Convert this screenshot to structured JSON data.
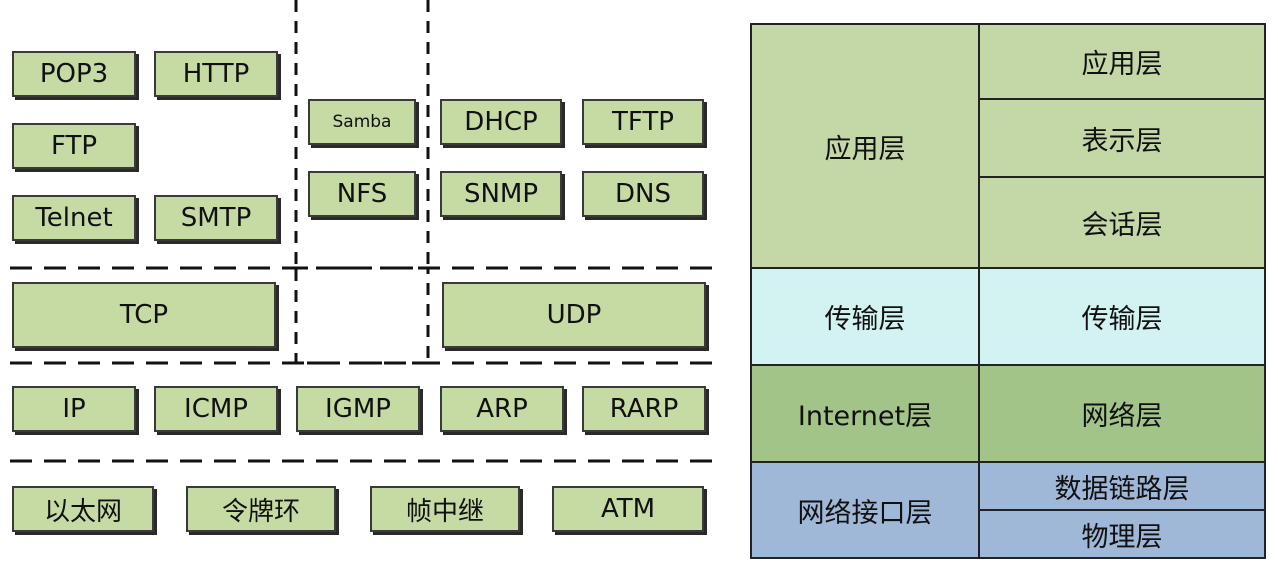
{
  "protocol_stack": {
    "application": {
      "col1": [
        "POP3",
        "HTTP",
        "FTP",
        "Telnet",
        "SMTP"
      ],
      "col2": [
        "Samba",
        "NFS"
      ],
      "col3": [
        "DHCP",
        "TFTP",
        "SNMP",
        "DNS"
      ]
    },
    "transport": [
      "TCP",
      "UDP"
    ],
    "internet": [
      "IP",
      "ICMP",
      "IGMP",
      "ARP",
      "RARP"
    ],
    "link": [
      "以太网",
      "令牌环",
      "帧中继",
      "ATM"
    ]
  },
  "layer_table": {
    "tcpip_layers": [
      "应用层",
      "传输层",
      "Internet层",
      "网络接口层"
    ],
    "osi_layers": [
      "应用层",
      "表示层",
      "会话层",
      "传输层",
      "网络层",
      "数据链路层",
      "物理层"
    ],
    "colors": {
      "application": "#c4d7a6",
      "transport": "#d3f2f2",
      "internet": "#a3c489",
      "network_interface": "#a0b8d8"
    }
  }
}
